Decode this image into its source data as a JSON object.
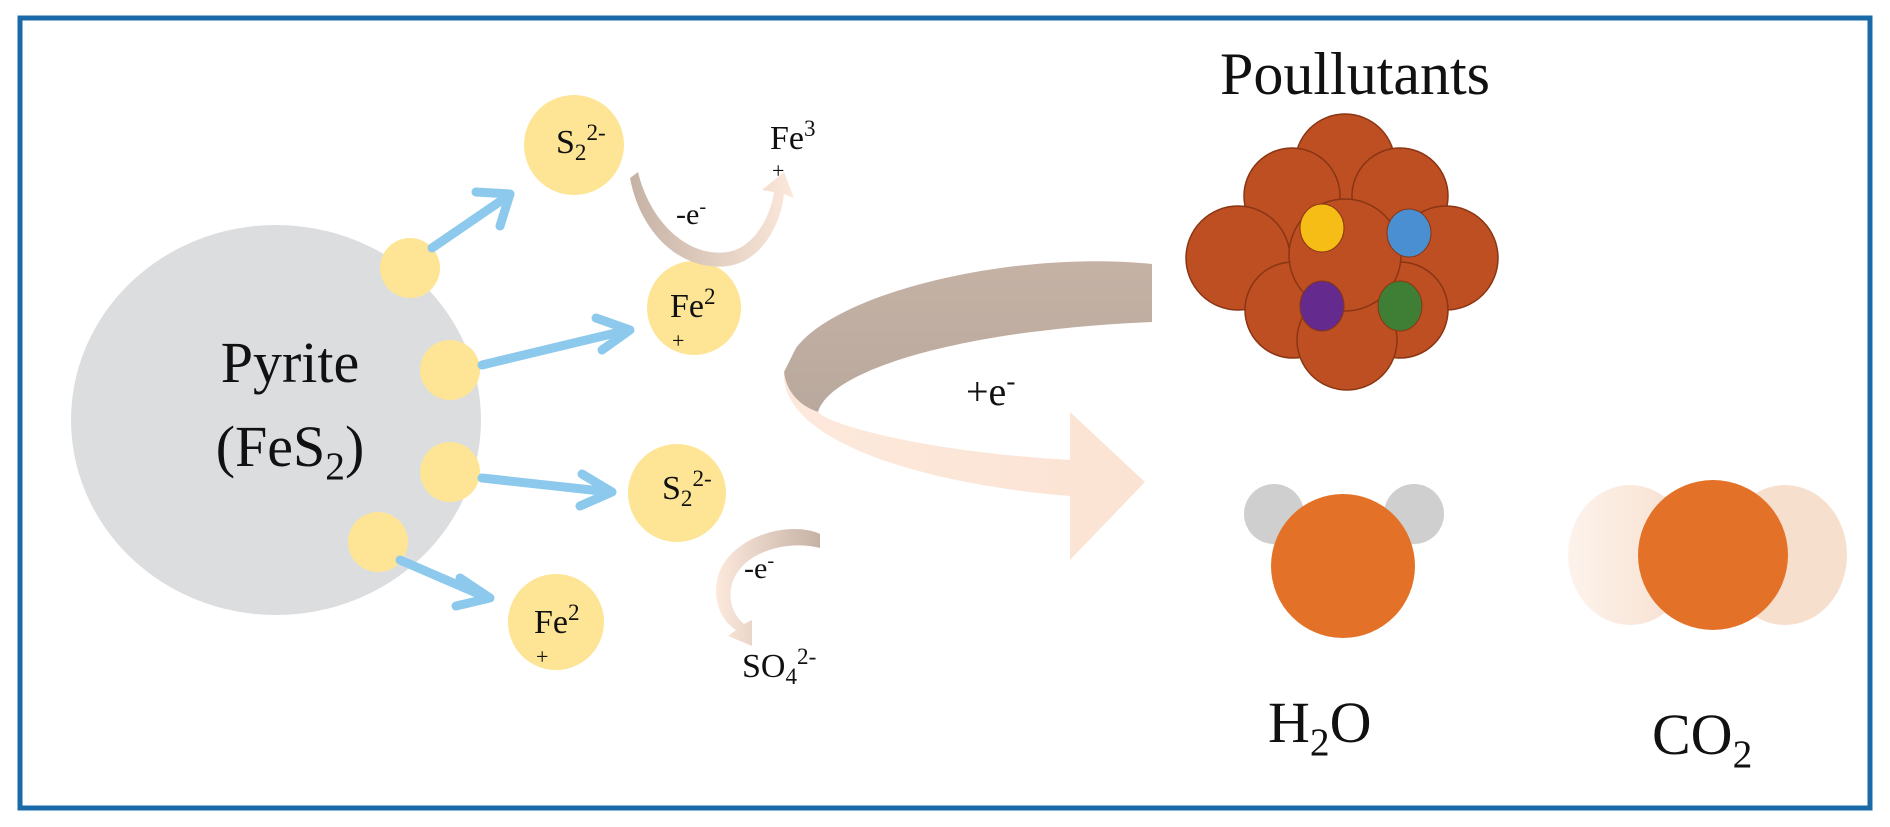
{
  "title": "Poullutants",
  "pyrite": {
    "name": "Pyrite",
    "formula_open": "(FeS",
    "formula_sub": "2",
    "formula_close": ")"
  },
  "ions": {
    "s1": {
      "base": "S",
      "sub": "2",
      "sup": "2-"
    },
    "fe2a": {
      "base": "Fe",
      "sup": "2",
      "plus": "+"
    },
    "s2": {
      "base": "S",
      "sub": "2",
      "sup": "2-"
    },
    "fe2b": {
      "base": "Fe",
      "sup": "2",
      "plus": "+"
    }
  },
  "products": {
    "fe3": {
      "base": "Fe",
      "sup": "3",
      "plus": "+"
    },
    "so4": {
      "base": "SO",
      "sub": "4",
      "sup": "2-"
    }
  },
  "electrons": {
    "loss1": {
      "base": "-e",
      "sup": "-"
    },
    "loss2": {
      "base": "-e",
      "sup": "-"
    },
    "gain": {
      "base": "+e",
      "sup": "-"
    }
  },
  "molecules": {
    "h2o": {
      "base": "H",
      "sub": "2",
      "tail": "O"
    },
    "co2": {
      "base": "CO",
      "sub": "2"
    }
  },
  "colors": {
    "frame": "#1a6aa8",
    "pyrite": "#dcdddf",
    "ion": "#fde595",
    "arrow": "#8cc9ec",
    "loop_dark": "#c5b2a5",
    "loop_light": "#fde9dc",
    "pollutant": "#bd4f22",
    "dot_yellow": "#f6bd16",
    "dot_blue": "#4a8fd2",
    "dot_purple": "#652a8e",
    "dot_green": "#3e7e35",
    "oxygen": "#e37228",
    "hydrogen": "#cfcfcf",
    "co2_side": "#fce9de"
  }
}
